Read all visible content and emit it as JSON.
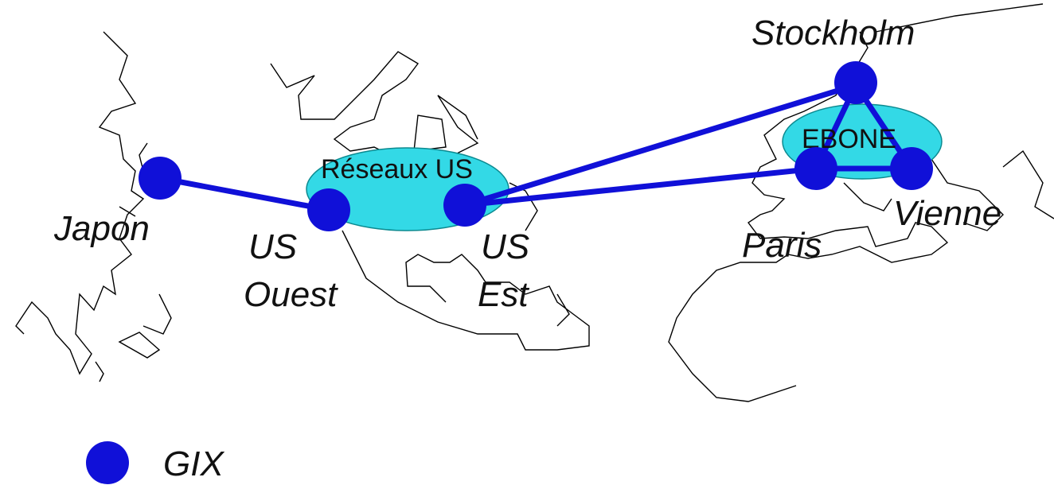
{
  "colors": {
    "link": "#1010d8",
    "node": "#1010d8",
    "cloud": "#33d9e6",
    "coast": "#000000",
    "text": "#111111"
  },
  "clouds": {
    "us": "Réseaux US",
    "europe": "EBONE"
  },
  "nodes": {
    "japon": "Japon",
    "us_ouest": [
      "US",
      "Ouest"
    ],
    "us_est": [
      "US",
      "Est"
    ],
    "stockholm": "Stockholm",
    "paris": "Paris",
    "vienne": "Vienne"
  },
  "legend": {
    "symbol": "gix-node",
    "label": "GIX"
  }
}
